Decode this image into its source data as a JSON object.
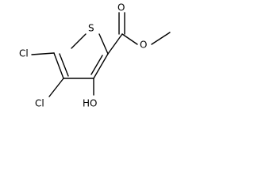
{
  "molecule": {
    "atoms": {
      "sulfur": "S",
      "carbonyl_oxygen": "O",
      "ester_oxygen": "O",
      "chlorine_top": "Cl",
      "chlorine_bottom": "Cl",
      "hydroxyl": "HO"
    }
  },
  "colors": {
    "bond": "#000000",
    "label": "#000000",
    "background": "#ffffff"
  }
}
